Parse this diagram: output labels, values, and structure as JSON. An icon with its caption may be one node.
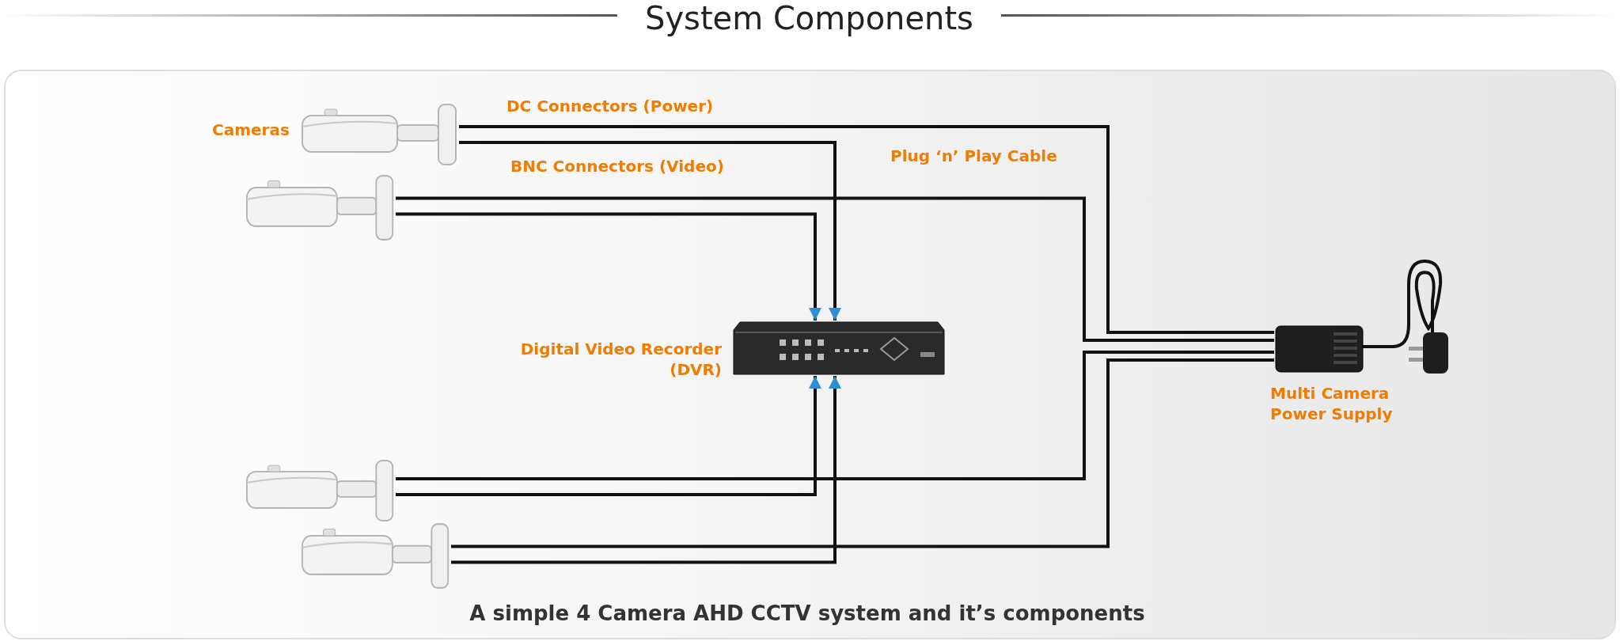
{
  "diagram": {
    "title": "System Components",
    "caption": "A simple 4 Camera AHD CCTV system and it’s components",
    "nodes": [
      {
        "text": [],
        "shape": "picture"
      },
      {
        "text": [],
        "shape": "picture"
      },
      {
        "text": [],
        "shape": "picture"
      },
      {
        "text": [],
        "shape": "picture"
      },
      {
        "text": [],
        "shape": "picture",
        "beside": [
          "Digital Video Recorder (DVR)"
        ]
      },
      {
        "text": [],
        "shape": "picture",
        "beside": [
          "Multi Camera Power Supply"
        ]
      }
    ],
    "edges": [
      {
        "from": 0,
        "to": 5,
        "arrow": "none"
      },
      {
        "from": 0,
        "to": 4,
        "arrow": "to"
      },
      {
        "from": 1,
        "to": 5,
        "arrow": "none"
      },
      {
        "from": 1,
        "to": 4,
        "arrow": "to"
      },
      {
        "from": 2,
        "to": 5,
        "arrow": "none"
      },
      {
        "from": 2,
        "to": 4,
        "arrow": "to"
      },
      {
        "from": 3,
        "to": 5,
        "arrow": "none"
      },
      {
        "from": 3,
        "to": 4,
        "arrow": "to"
      }
    ],
    "labels": [
      "Cameras",
      "DC Connectors (Power)",
      "BNC Connectors (Video)",
      "Plug ‘n’ Play Cable"
    ]
  }
}
